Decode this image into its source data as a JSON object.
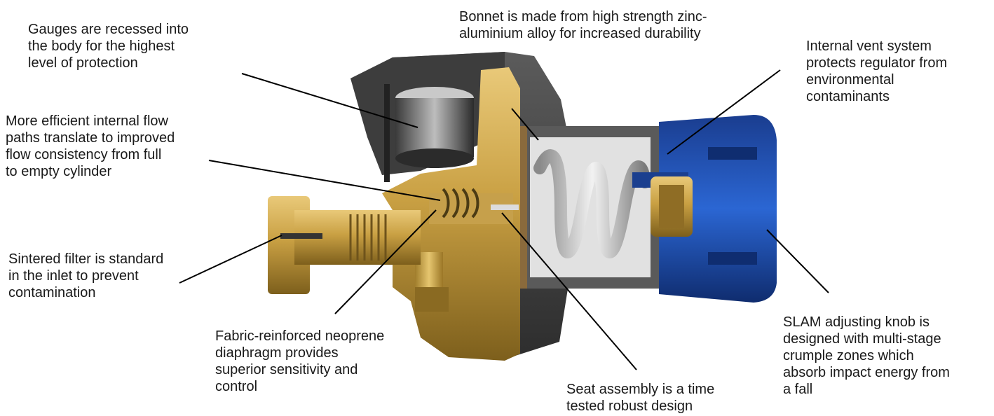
{
  "callouts": {
    "gauges": [
      "Gauges are recessed into",
      "the body for the highest",
      "level of protection"
    ],
    "bonnet": [
      "Bonnet is made from high strength zinc-",
      "aluminium alloy for increased durability"
    ],
    "vent": [
      "Internal vent system",
      "protects regulator from",
      "environmental",
      "contaminants"
    ],
    "flow": [
      "More efficient internal flow",
      "paths translate to improved",
      "flow consistency from full",
      "to empty cylinder"
    ],
    "filter": [
      "Sintered filter is standard",
      "in the inlet to prevent",
      "contamination"
    ],
    "diaphragm": [
      "Fabric-reinforced neoprene",
      "diaphragm provides",
      "superior sensitivity and",
      "control"
    ],
    "seat": [
      "Seat assembly is a time",
      "tested robust design"
    ],
    "knob": [
      "SLAM adjusting knob is",
      "designed with multi-stage",
      "crumple zones which",
      "absorb impact energy from",
      "a fall"
    ]
  }
}
